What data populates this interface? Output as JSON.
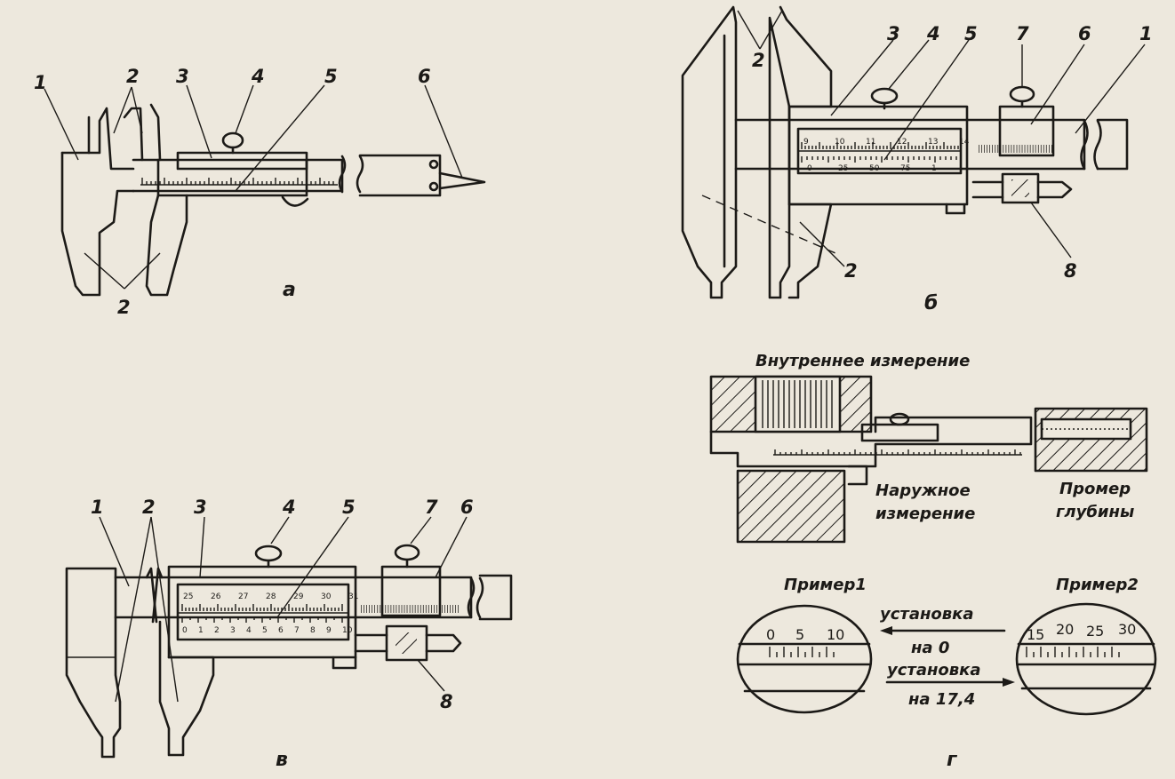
{
  "fig_a": {
    "callouts": [
      "1",
      "2",
      "3",
      "4",
      "5",
      "6",
      "2"
    ],
    "caption": "а"
  },
  "fig_b": {
    "callouts": [
      "2",
      "3",
      "4",
      "5",
      "7",
      "6",
      "1",
      "2",
      "8"
    ],
    "scale_top": [
      "9",
      "10",
      "11",
      "12",
      "13",
      "14"
    ],
    "vernier_bottom": [
      "0",
      "25",
      "50",
      "75",
      "1"
    ],
    "caption": "б"
  },
  "fig_v": {
    "callouts": [
      "1",
      "2",
      "3",
      "4",
      "5",
      "7",
      "6",
      "8"
    ],
    "scale_top": [
      "25",
      "26",
      "27",
      "28",
      "29",
      "30",
      "31"
    ],
    "vernier_bottom": [
      "0",
      "1",
      "2",
      "3",
      "4",
      "5",
      "6",
      "7",
      "8",
      "9",
      "10"
    ],
    "caption": "в"
  },
  "fig_g": {
    "inner_label": "Внутреннее измерение",
    "outer_label_1": "Наружное",
    "outer_label_2": "измерение",
    "depth_label_1": "Промер",
    "depth_label_2": "глубины",
    "example1_title": "Пример1",
    "example2_title": "Пример2",
    "ex1_scale": [
      "0",
      "5",
      "10"
    ],
    "ex2_scale": [
      "15",
      "20",
      "25",
      "30"
    ],
    "arrow1_line1": "установка",
    "arrow1_line2": "на 0",
    "arrow2_line1": "установка",
    "arrow2_line2": "на 17,4",
    "caption": "г"
  }
}
